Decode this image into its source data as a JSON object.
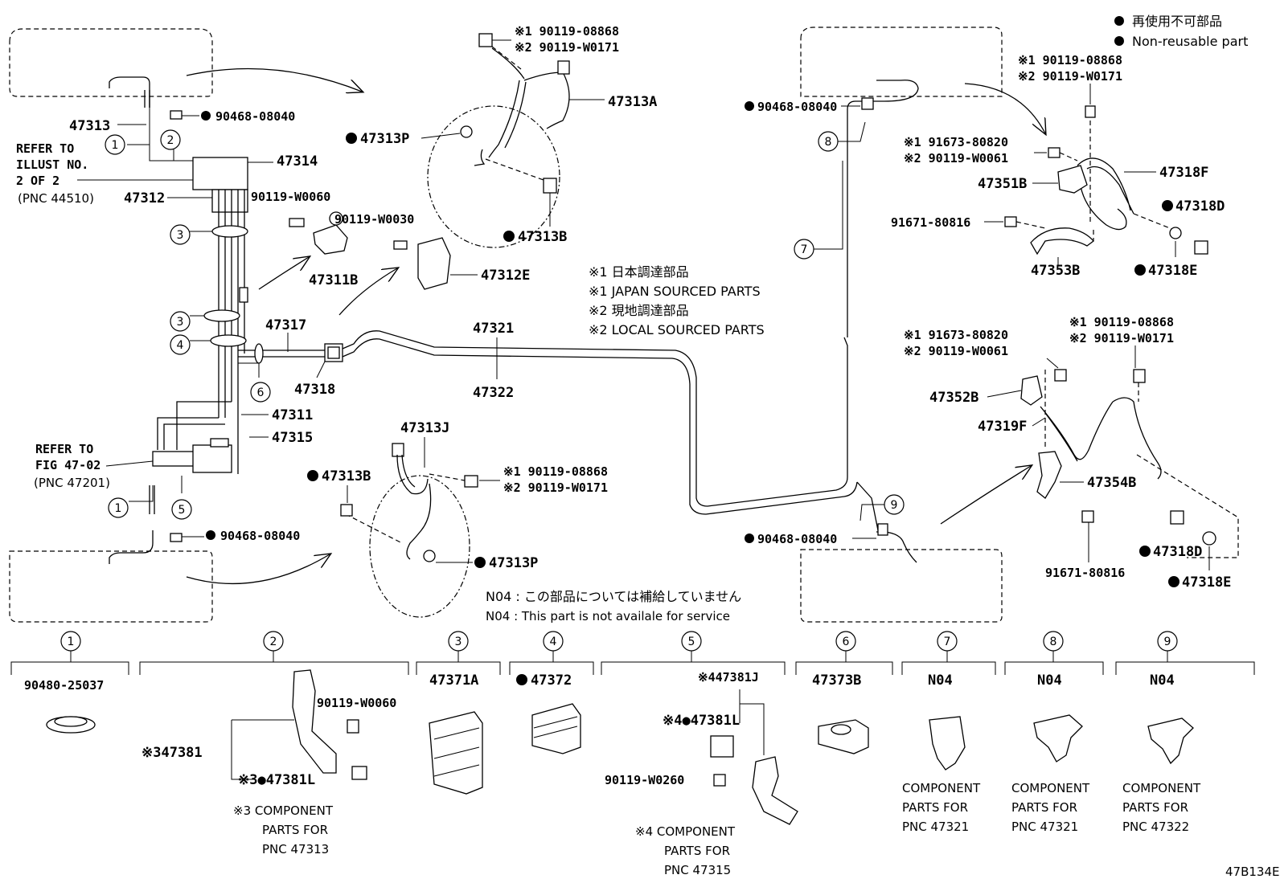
{
  "legend": {
    "jp": "再使用不可部品",
    "en": "Non-reusable part"
  },
  "notes": {
    "sourcing": [
      "※1 日本調達部品",
      "※1 JAPAN SOURCED PARTS",
      "※2 現地調達部品",
      "※2 LOCAL SOURCED PARTS"
    ],
    "n04_jp": "N04 :  この部品については補給していません",
    "n04_en": "N04 :  This part is not availale for service",
    "refer_illust": [
      "REFER TO",
      "ILLUST NO.",
      "2 OF 2",
      "(PNC 44510)"
    ],
    "refer_fig": [
      "REFER TO",
      "FIG 47-02",
      "(PNC 47201)"
    ]
  },
  "left_assembly": {
    "p47313": "47313",
    "p47314": "47314",
    "p47312": "47312",
    "w0060": "90119-W0060",
    "p47311B": "47311B",
    "p47317": "47317",
    "p47318": "47318",
    "p47311": "47311",
    "p47315": "47315",
    "grommet_top": "90468-08040",
    "grommet_bot": "90468-08040"
  },
  "center_top": {
    "s1": "※1 90119-08868",
    "s2": "※2 90119-W0171",
    "p47313A": "47313A",
    "p47313P": "47313P",
    "p47313B": "47313B",
    "w0030": "90119-W0030",
    "p47312E": "47312E"
  },
  "center_mid": {
    "p47321": "47321",
    "p47322": "47322"
  },
  "center_bottom": {
    "p47313J": "47313J",
    "p47313B": "47313B",
    "s1": "※1 90119-08868",
    "s2": "※2 90119-W0171",
    "p47313P": "47313P"
  },
  "right_top": {
    "grommet": "90468-08040",
    "s1a": "※1 90119-08868",
    "s2a": "※2 90119-W0171",
    "s1b": "※1 91673-80820",
    "s2b": "※2 90119-W0061",
    "p47351B": "47351B",
    "p47318F": "47318F",
    "p47318D": "47318D",
    "b91671": "91671-80816",
    "p47353B": "47353B",
    "p47318E": "47318E"
  },
  "right_bottom": {
    "grommet": "90468-08040",
    "s1a": "※1 91673-80820",
    "s2a": "※2 90119-W0061",
    "s1b": "※1 90119-08868",
    "s2b": "※2 90119-W0171",
    "p47352B": "47352B",
    "p47319F": "47319F",
    "p47354B": "47354B",
    "b91671": "91671-80816",
    "p47318D": "47318D",
    "p47318E": "47318E"
  },
  "callouts": [
    "1",
    "2",
    "3",
    "4",
    "5",
    "6",
    "7",
    "8",
    "9"
  ],
  "components": {
    "c1": "90480-25037",
    "c2_w": "90119-W0060",
    "c2_main": "※347381",
    "c2_sub": "※3●47381L",
    "c2_note": [
      "※3 COMPONENT",
      "PARTS FOR",
      "PNC 47313"
    ],
    "c3": "47371A",
    "c4": "47372",
    "c5_j": "※447381J",
    "c5_l": "※4●47381L",
    "c5_w": "90119-W0260",
    "c5_note": [
      "※4 COMPONENT",
      "PARTS FOR",
      "PNC 47315"
    ],
    "c6": "47373B",
    "c7": "N04",
    "c7_note": [
      "COMPONENT",
      "PARTS FOR",
      "PNC 47321"
    ],
    "c8": "N04",
    "c8_note": [
      "COMPONENT",
      "PARTS FOR",
      "PNC 47321"
    ],
    "c9": "N04",
    "c9_note": [
      "COMPONENT",
      "PARTS FOR",
      "PNC 47322"
    ]
  },
  "figure_id": "47B134E"
}
